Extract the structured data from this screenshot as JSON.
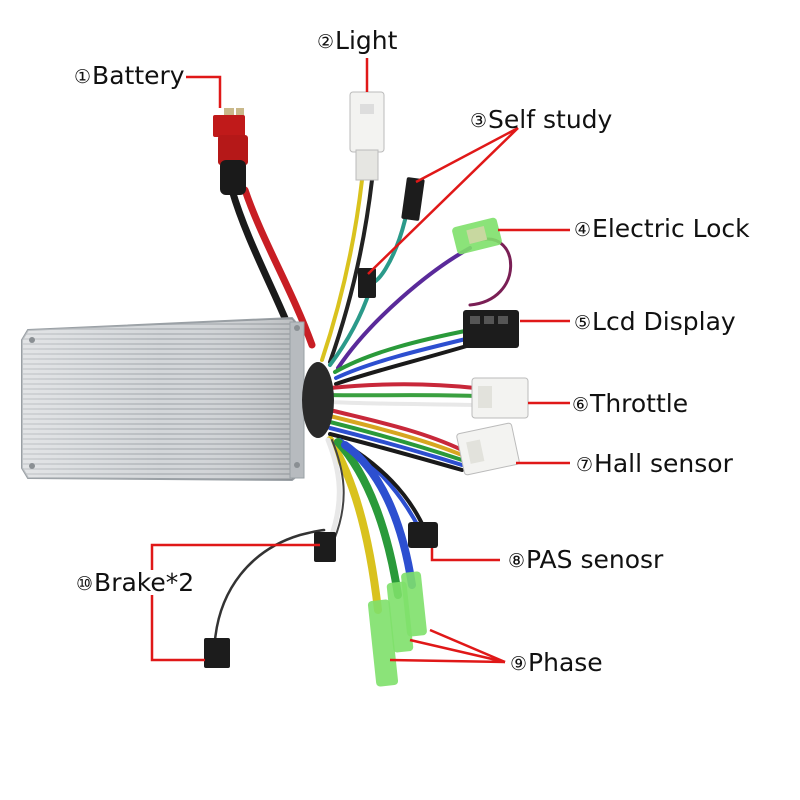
{
  "colors": {
    "annotation": "#e01818",
    "housing": "#c9ccd0",
    "connector_black": "#1c1c1c",
    "connector_white": "#f3f3f1",
    "connector_green": "#7ee06a"
  },
  "labels": {
    "battery": {
      "num": "①",
      "text": "Battery"
    },
    "light": {
      "num": "②",
      "text": "Light"
    },
    "self_study": {
      "num": "③",
      "text": "Self study"
    },
    "electric_lock": {
      "num": "④",
      "text": "Electric Lock"
    },
    "lcd_display": {
      "num": "⑤",
      "text": "Lcd Display"
    },
    "throttle": {
      "num": "⑥",
      "text": "Throttle"
    },
    "hall_sensor": {
      "num": "⑦",
      "text": "Hall sensor"
    },
    "pas_sensor": {
      "num": "⑧",
      "text": "PAS senosr"
    },
    "phase": {
      "num": "⑨",
      "text": "Phase"
    },
    "brake": {
      "num": "⑩",
      "text": "Brake*2"
    }
  }
}
